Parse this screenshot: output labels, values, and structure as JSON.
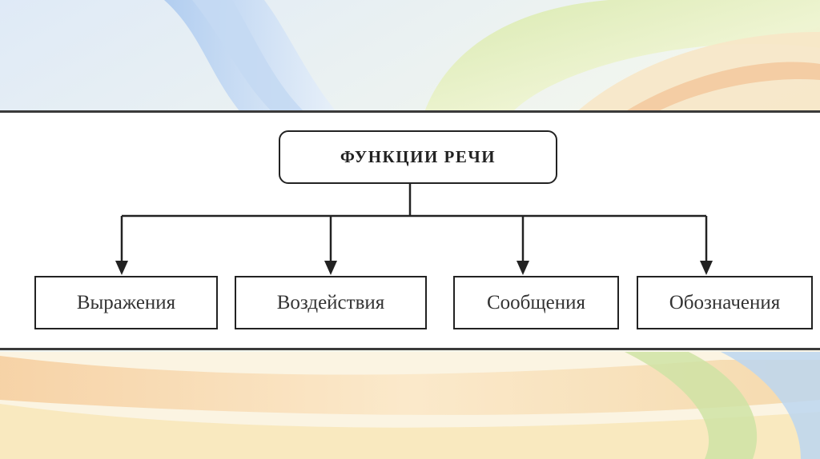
{
  "diagram": {
    "root": {
      "label": "ФУНКЦИИ РЕЧИ"
    },
    "children": [
      {
        "label": "Выражения"
      },
      {
        "label": "Воздействия"
      },
      {
        "label": "Сообщения"
      },
      {
        "label": "Обозначения"
      }
    ]
  }
}
